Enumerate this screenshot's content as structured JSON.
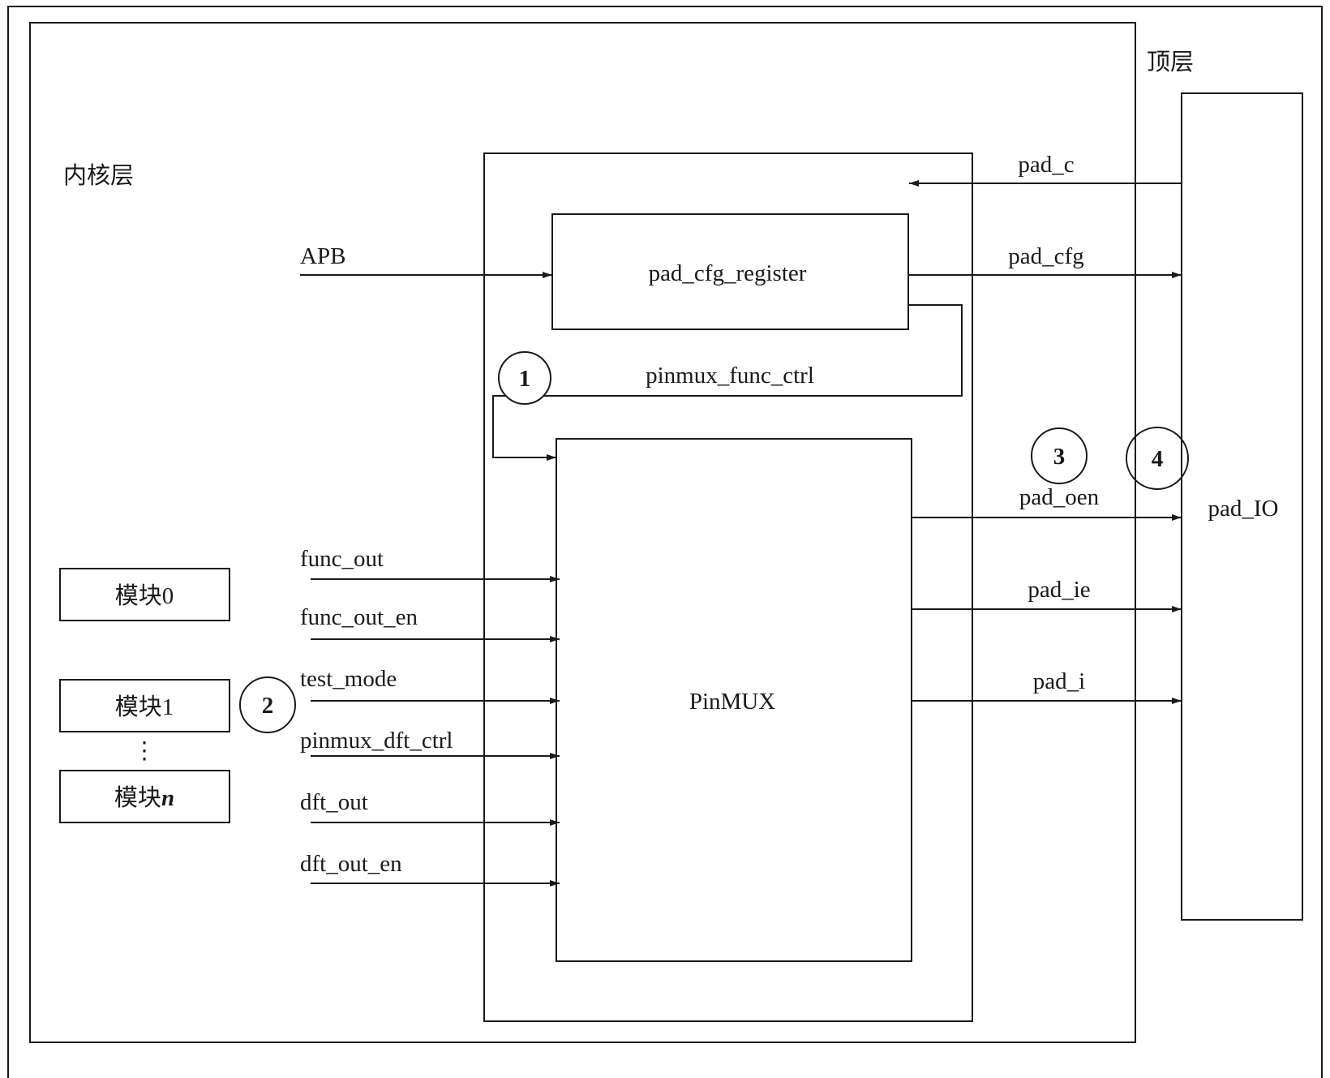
{
  "layers": {
    "top_label": "顶层",
    "core_label": "内核层"
  },
  "blocks": {
    "pad_cfg_register": "pad_cfg_register",
    "pinmux": "PinMUX",
    "pad_io": "pad_IO"
  },
  "modules": {
    "module0": "模块0",
    "module1": "模块1",
    "dots": "⋮",
    "modulen_prefix": "模块",
    "modulen_suffix": "n"
  },
  "signals": {
    "apb": "APB",
    "pad_c": "pad_c",
    "pad_cfg": "pad_cfg",
    "pinmux_func_ctrl": "pinmux_func_ctrl",
    "pad_oen": "pad_oen",
    "pad_ie": "pad_ie",
    "pad_i": "pad_i",
    "inputs": [
      "func_out",
      "func_out_en",
      "test_mode",
      "pinmux_dft_ctrl",
      "dft_out",
      "dft_out_en"
    ]
  },
  "markers": [
    "1",
    "2",
    "3",
    "4"
  ]
}
